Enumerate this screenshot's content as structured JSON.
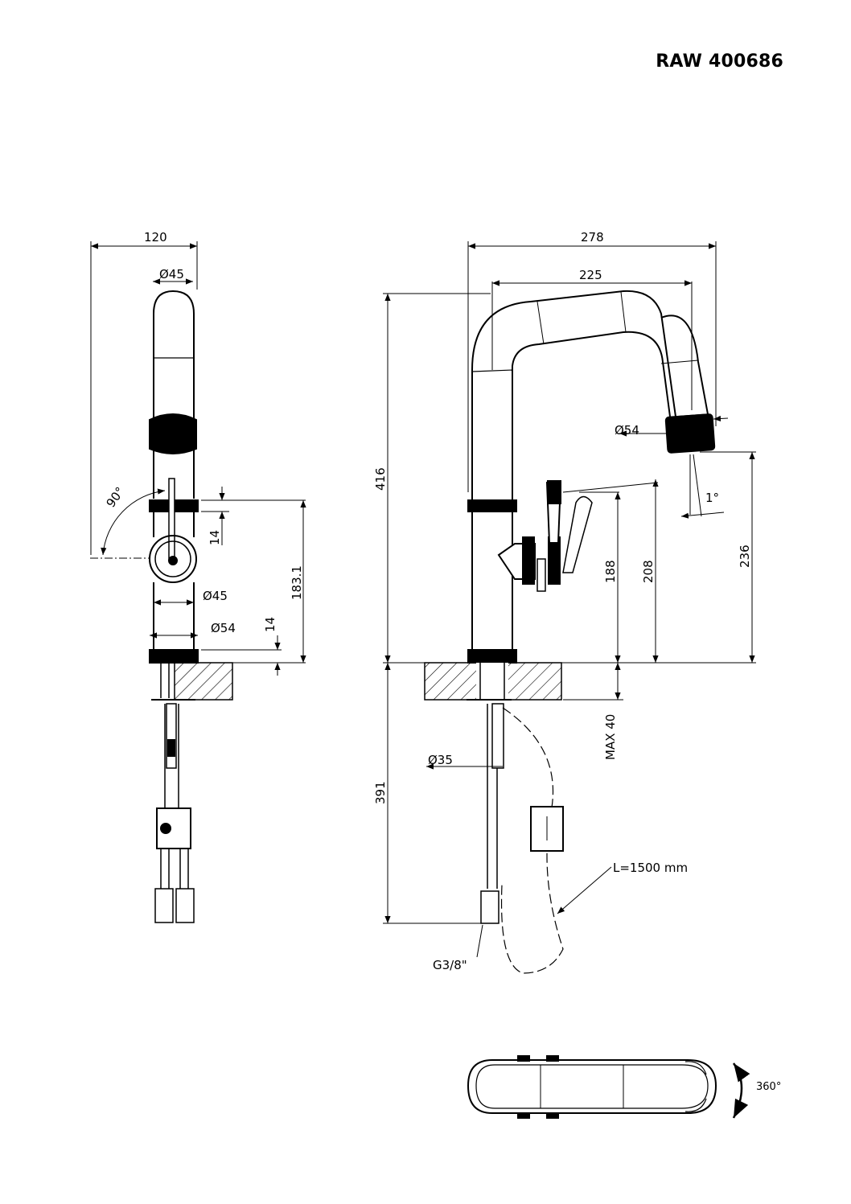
{
  "title": "RAW 400686",
  "side_view": {
    "width_label": "120",
    "spout_diameter_label": "Ø45",
    "lever_angle_label": "90°",
    "ring_thickness_label": "14",
    "lever_height_label": "183.1",
    "body_diameter_label": "Ø45",
    "base_diameter_label": "Ø54",
    "base_thickness_label": "14"
  },
  "front_view": {
    "reach_label": "278",
    "spout_reach_label": "225",
    "total_height_label": "416",
    "head_diameter_label": "Ø54",
    "tilt_angle_label": "1°",
    "spout_outlet_height_label": "236",
    "lever_top_height_label": "208",
    "lever_axis_height_label": "188",
    "max_deck_label": "MAX 40",
    "shank_diameter_label": "Ø35",
    "below_deck_label": "391",
    "hose_length_label": "L=1500 mm",
    "connection_label": "G3/8\""
  },
  "top_view": {
    "rotation_label": "360°"
  }
}
